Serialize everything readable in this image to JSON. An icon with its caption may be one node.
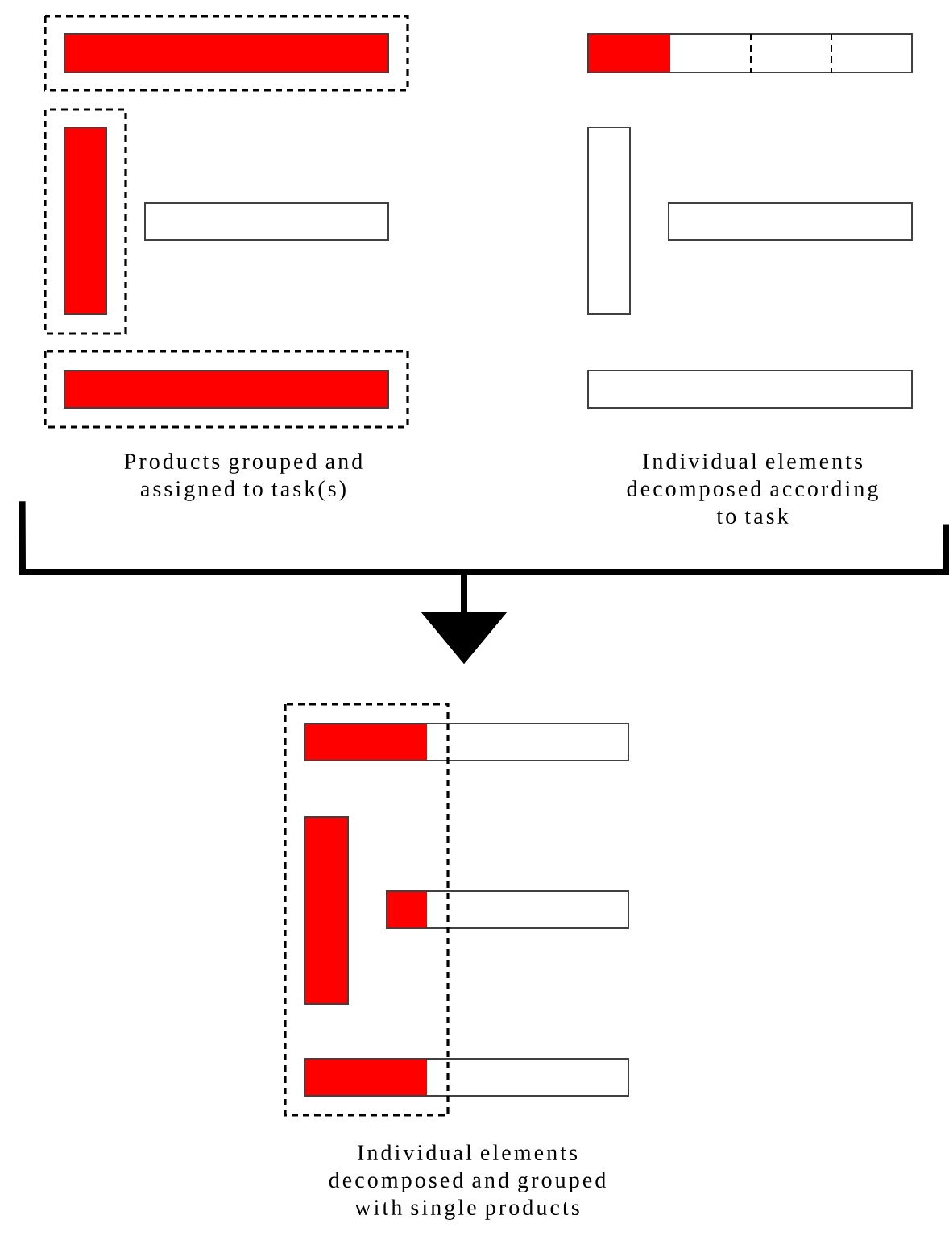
{
  "diagram": {
    "nodes": [
      {
        "text": [
          "Products grouped and assigned to task(s)"
        ]
      },
      {
        "text": [
          "Individual elements decomposed according to task"
        ]
      },
      {
        "text": [],
        "shape": "picture"
      }
    ],
    "edges": [
      {
        "from": 0,
        "to": 2,
        "arrow": "to"
      },
      {
        "from": 1,
        "to": 2,
        "arrow": "to"
      }
    ],
    "labels": [
      "Individual elements decomposed and grouped with single products"
    ]
  }
}
